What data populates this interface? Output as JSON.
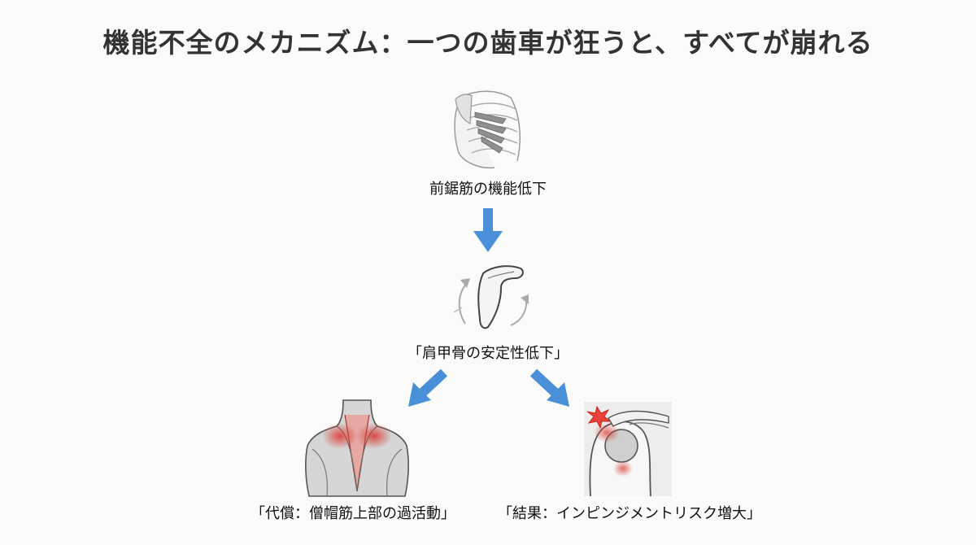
{
  "title": "機能不全のメカニズム：一つの歯車が狂うと、すべてが崩れる",
  "nodes": {
    "top": {
      "label": "前鋸筋の機能低下",
      "icon": "serratus-ribcage-icon"
    },
    "middle": {
      "label": "「肩甲骨の安定性低下」",
      "icon": "scapula-rotation-icon"
    },
    "left": {
      "label": "「代償：僧帽筋上部の過活動」",
      "icon": "trapezius-back-icon"
    },
    "right": {
      "label": "「結果：インピンジメントリスク増大」",
      "icon": "shoulder-impingement-icon"
    }
  },
  "colors": {
    "arrow": "#4a90d9",
    "highlight": "#d9342b",
    "line": "#555555",
    "fill": "#d8d8d8"
  }
}
